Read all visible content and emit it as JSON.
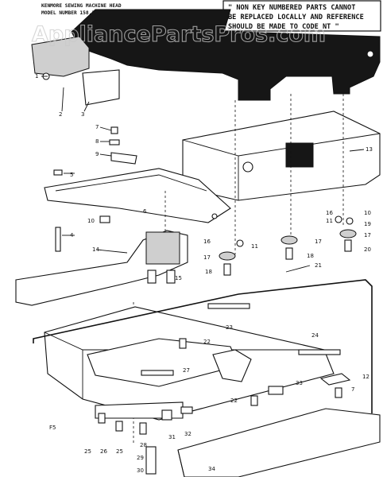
{
  "header": {
    "line1": "KENMORE SEWING MACHINE HEAD",
    "line2": "MODEL NUMBER 158.15410"
  },
  "note": {
    "line1": "\" NON KEY NUMBERED PARTS CANNOT",
    "line2": "BE REPLACED LOCALLY AND REFERENCE",
    "line3": "SHOULD BE MADE TO CODE NT \""
  },
  "watermark": "AppliancePartsPros.com",
  "figure_code": "F5",
  "callouts": {
    "c1": "1",
    "c2": "2",
    "c3": "3",
    "c4": "4",
    "c5": "5",
    "c6": "6",
    "c7a": "7",
    "c7b": "7",
    "c8": "8",
    "c9": "9",
    "c10a": "10",
    "c10b": "10",
    "c11a": "11",
    "c11b": "11",
    "c12": "12",
    "c13": "13",
    "c14": "14",
    "c15": "15",
    "c16a": "16",
    "c16b": "16",
    "c17a": "17",
    "c17b": "17",
    "c17c": "17",
    "c18a": "18",
    "c18b": "18",
    "c19": "19",
    "c20": "20",
    "c21": "21",
    "c22a": "22",
    "c22b": "22",
    "c23": "23",
    "c24": "24",
    "c25a": "25",
    "c25b": "25",
    "c26": "26",
    "c27": "27",
    "c28": "28",
    "c29": "29",
    "c30": "30",
    "c31": "31",
    "c32": "32",
    "c33": "33",
    "c34": "34"
  }
}
